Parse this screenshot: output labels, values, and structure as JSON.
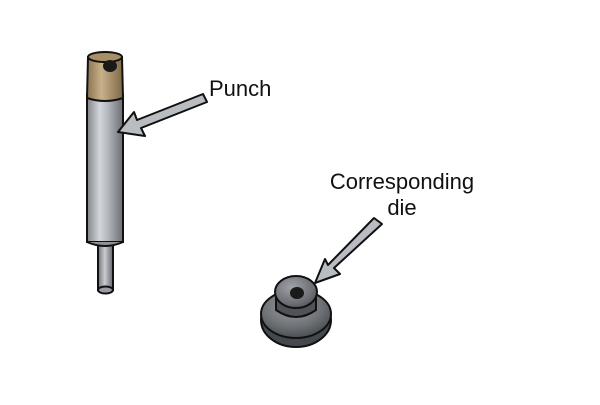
{
  "labels": {
    "punch": "Punch",
    "die_line1": "Corresponding",
    "die_line2": "die"
  },
  "colors": {
    "background": "#ffffff",
    "outline": "#111111",
    "steel_light": "#c4c6ca",
    "steel_mid": "#8e9196",
    "steel_dark": "#5e6167",
    "brass": "#b39a72",
    "brass_dark": "#8a7350",
    "arrow_fill": "#b9bcc1",
    "die_dark": "#4a4c50",
    "die_mid": "#6d7075"
  },
  "icons": {
    "punch": "punch-tool-icon",
    "die": "die-icon",
    "arrow": "pointer-arrow-icon"
  }
}
